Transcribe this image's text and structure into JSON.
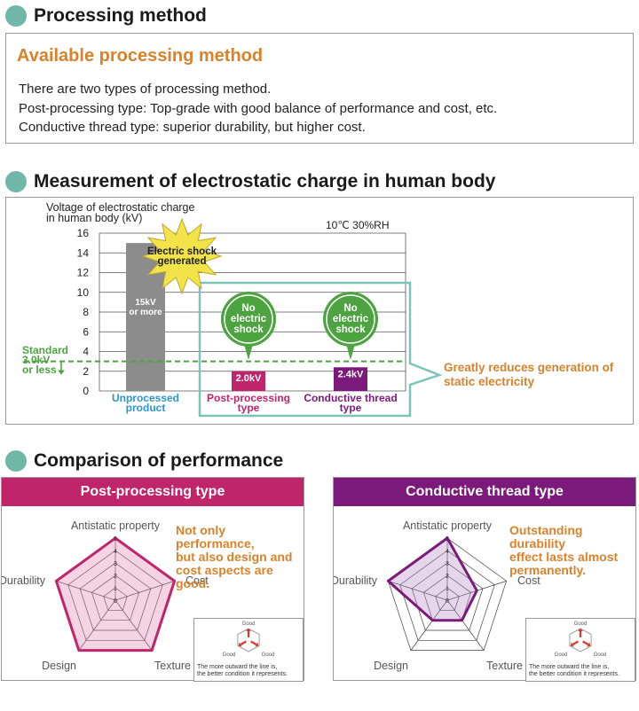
{
  "sections": {
    "method_title": "Processing method",
    "measure_title": "Measurement of electrostatic charge in human body",
    "perf_title": "Comparison of performance"
  },
  "method_box": {
    "heading": "Available processing method",
    "lines": [
      "There are two types of processing method.",
      "Post-processing type: Top-grade with good balance of performance and cost, etc.",
      "Conductive thread type:  superior durability, but higher cost."
    ]
  },
  "colors": {
    "accent_dot": "#6fb7a8",
    "heading_orange": "#d9822b",
    "unprocessed_bar": "#8c8c8c",
    "post_color": "#c0246b",
    "conductive_color": "#7b1a7a",
    "green": "#4ca340",
    "teal_box": "#7cc4b8",
    "unprocessed_label": "#2a95c8"
  },
  "chart_data": [
    {
      "type": "bar",
      "ylabel": "Voltage of electrostatic charge in human body (kV)",
      "ylabel_lines": [
        "Voltage of electrostatic charge",
        "in human body (kV)"
      ],
      "ylim": [
        0,
        16
      ],
      "yticks": [
        "0",
        "2",
        "4",
        "6",
        "8",
        "10",
        "12",
        "14",
        "16"
      ],
      "condition": "10℃   30%RH",
      "grid": true,
      "categories": [
        "Unprocessed product",
        "Post-processing type",
        "Conductive thread type"
      ],
      "category_lines": [
        [
          "Unprocessed",
          "product"
        ],
        [
          "Post-processing",
          "type"
        ],
        [
          "Conductive thread",
          "type"
        ]
      ],
      "values": [
        15,
        2.0,
        2.4
      ],
      "value_labels": [
        [
          "15kV",
          "or more"
        ],
        [
          "2.0kV"
        ],
        [
          "2.4kV"
        ]
      ],
      "standard": {
        "value": 3.0,
        "label_lines": [
          "Standard",
          "3.0kV",
          "or less"
        ]
      },
      "burst_label_lines": [
        "Electric shock",
        "generated"
      ],
      "bubble_label_lines": [
        "No",
        "electric",
        "shock"
      ],
      "callout_lines": [
        "Greatly reduces generation of",
        "static electricity"
      ]
    },
    {
      "type": "radar",
      "title": "Post-processing type",
      "axes": [
        "Antistatic property",
        "Cost",
        "Texture",
        "Design",
        "Durability"
      ],
      "scale": [
        0,
        1,
        2,
        3,
        4,
        5
      ],
      "values": [
        5,
        5,
        5,
        5,
        5
      ]
    },
    {
      "type": "radar",
      "title": "Conductive thread type",
      "axes": [
        "Antistatic property",
        "Cost",
        "Texture",
        "Design",
        "Durability"
      ],
      "scale": [
        0,
        1,
        2,
        3,
        4,
        5
      ],
      "values": [
        5,
        2.5,
        2,
        2,
        5
      ]
    }
  ],
  "panels": [
    {
      "note_lines": [
        "Not only performance,",
        "but also design and",
        "cost aspects are good."
      ],
      "legend_good": "Good",
      "legend_lines": [
        "The more outward the line is,",
        "the better condition it represents."
      ]
    },
    {
      "note_lines": [
        "Outstanding durability",
        "effect lasts almost",
        "permanently."
      ],
      "legend_good": "Good",
      "legend_lines": [
        "The more outward the line is,",
        "the better condition it represents."
      ]
    }
  ]
}
